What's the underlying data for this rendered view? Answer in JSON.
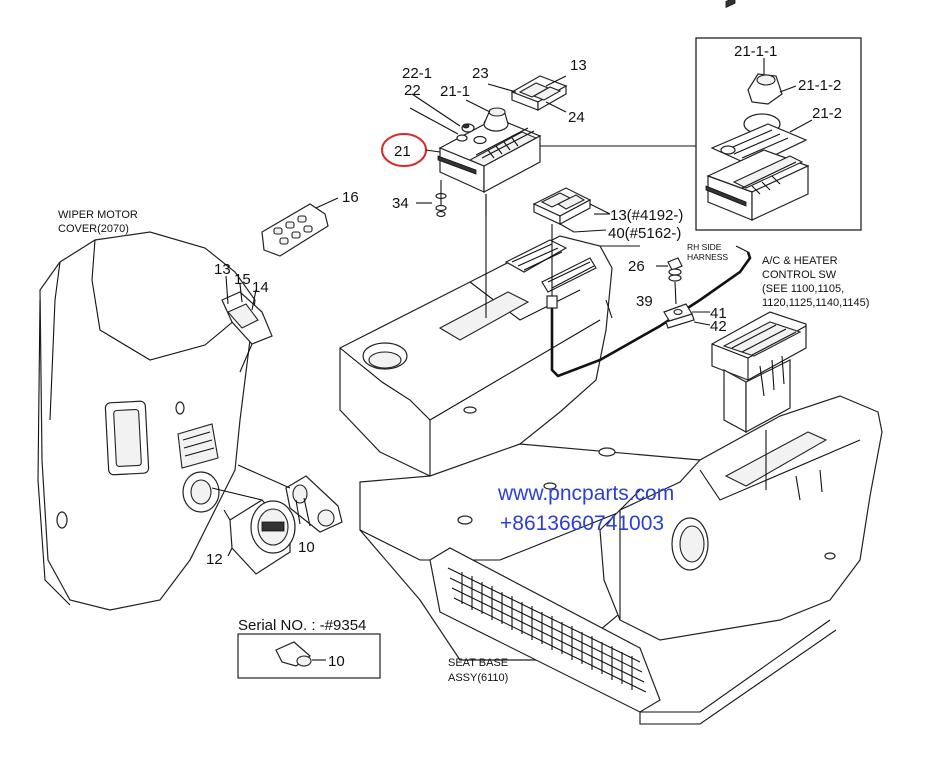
{
  "callouts": {
    "c22_1": "22-1",
    "c22": "22",
    "c21_1": "21-1",
    "c23": "23",
    "c13_top": "13",
    "c24": "24",
    "c21": "21",
    "c34": "34",
    "c21_1_1": "21-1-1",
    "c21_1_2": "21-1-2",
    "c21_2": "21-2",
    "c16": "16",
    "c13_mid": "13(#4192-)",
    "c40": "40(#5162-)",
    "c13_left": "13",
    "c15": "15",
    "c14": "14",
    "c26": "26",
    "c39": "39",
    "c41": "41",
    "c42": "42",
    "c12": "12",
    "c10": "10",
    "c10_serial": "10"
  },
  "text_labels": {
    "wiper_line1": "WIPER MOTOR",
    "wiper_line2": "COVER(2070)",
    "rh_line1": "RH SIDE",
    "rh_line2": "HARNESS",
    "ac_line1": "A/C & HEATER",
    "ac_line2": "CONTROL SW",
    "ac_line3": "(SEE 1100,1105,",
    "ac_line4": "1120,1125,1140,1145)",
    "seat_line1": "SEAT BASE",
    "seat_line2": "ASSY(6110)",
    "serial": "Serial NO. : -#9354"
  },
  "watermark": {
    "url": "www.pncparts.com",
    "phone": "+8613660741003",
    "color": "#2b3fd6"
  },
  "highlight_color": "#d62a2a",
  "highlighted_part": "21"
}
